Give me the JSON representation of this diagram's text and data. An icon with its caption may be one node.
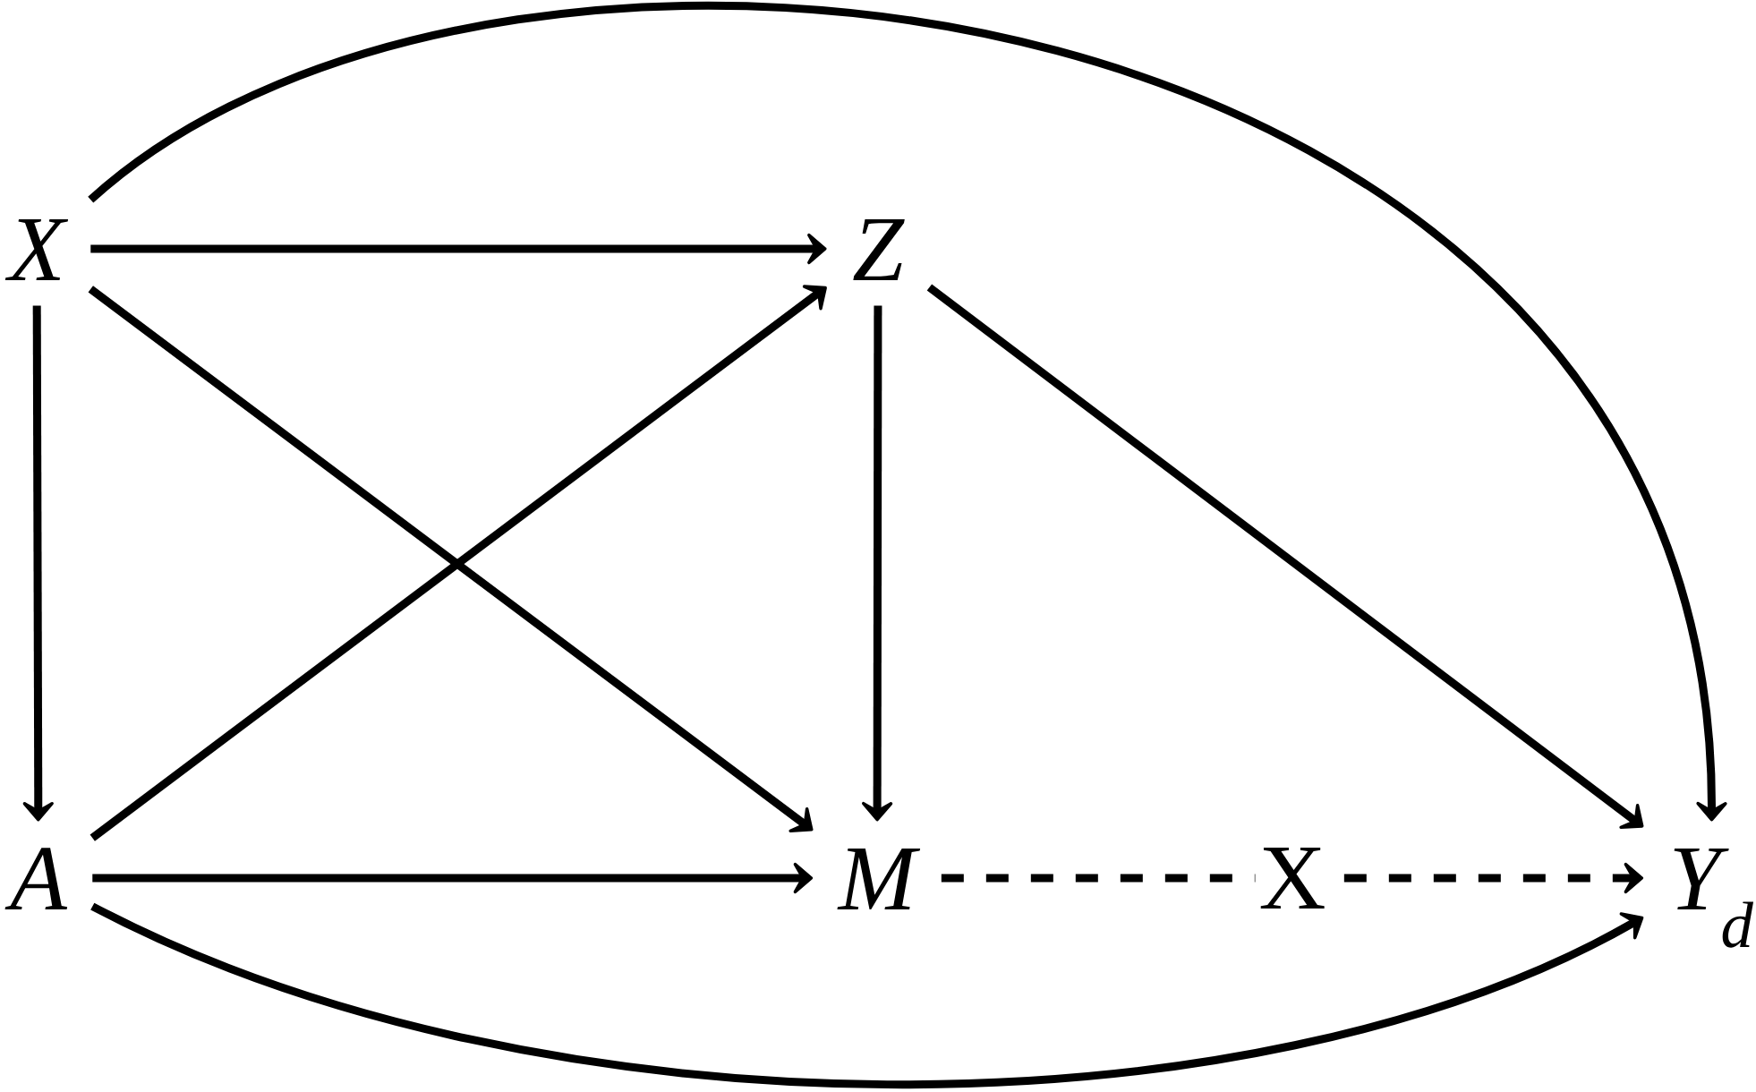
{
  "diagram": {
    "nodes": [
      {
        "text": [
          "X"
        ]
      },
      {
        "text": [
          "Z"
        ]
      },
      {
        "text": [
          "A"
        ]
      },
      {
        "text": [
          "M"
        ]
      },
      {
        "text": [
          "Y$_{d}$"
        ]
      }
    ],
    "edges": [
      {
        "from": 0,
        "to": 1,
        "arrow": "to"
      },
      {
        "from": 0,
        "to": 2,
        "arrow": "to"
      },
      {
        "from": 0,
        "to": 3,
        "arrow": "to"
      },
      {
        "from": 0,
        "to": 4,
        "arrow": "to"
      },
      {
        "from": 2,
        "to": 1,
        "arrow": "to"
      },
      {
        "from": 2,
        "to": 3,
        "arrow": "to"
      },
      {
        "from": 2,
        "to": 4,
        "arrow": "to"
      },
      {
        "from": 1,
        "to": 3,
        "arrow": "to"
      },
      {
        "from": 1,
        "to": 4,
        "arrow": "to"
      },
      {
        "from": 3,
        "to": 4,
        "arrow": "to",
        "style": "dashed",
        "label": "X"
      }
    ]
  }
}
